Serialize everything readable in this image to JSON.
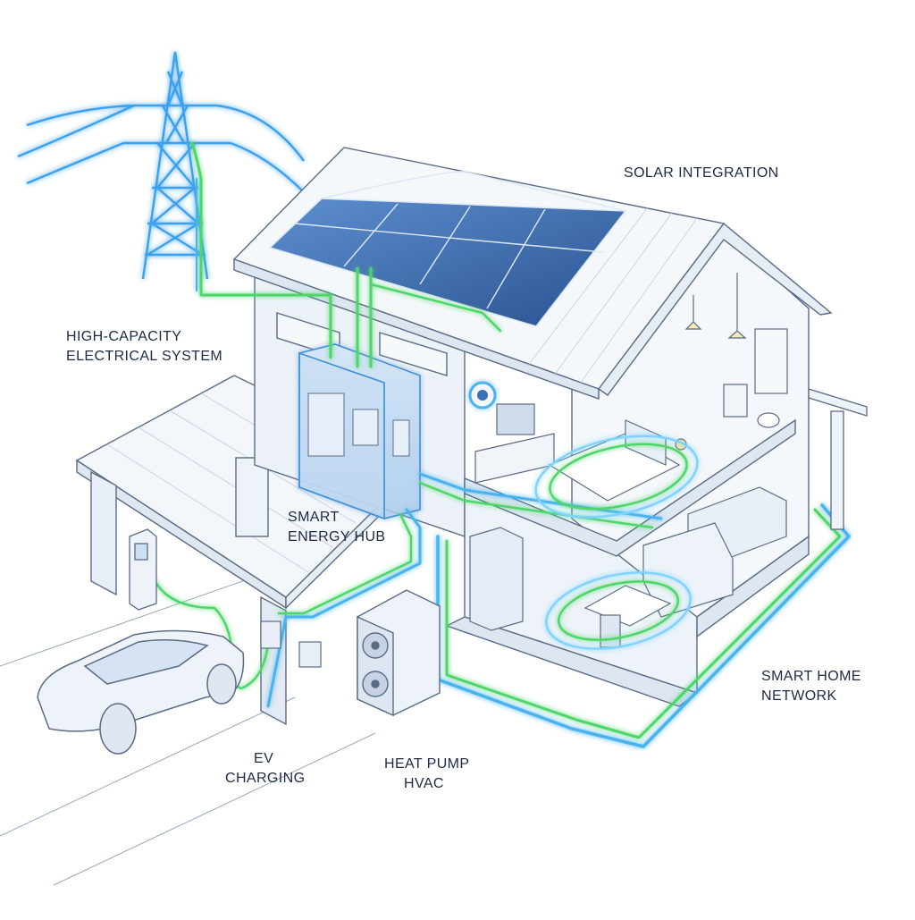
{
  "colors": {
    "line": "#5a6b86",
    "wall": "#eef3f9",
    "wall_shade": "#dde6f1",
    "roof": "#f4f7fb",
    "glass": "#cfe0f3",
    "solar": "#3d6fb3",
    "solar_dark": "#2a5290",
    "wire_green": "#4fd66a",
    "wire_blue": "#4ab3ef",
    "glow": "#7fd3ff",
    "text": "#1d2a44"
  },
  "labels": {
    "solar": [
      "SOLAR INTEGRATION"
    ],
    "grid": [
      "HIGH-CAPACITY",
      "ELECTRICAL SYSTEM"
    ],
    "hub": [
      "SMART",
      "ENERGY HUB"
    ],
    "network": [
      "SMART HOME",
      "NETWORK"
    ],
    "ev": [
      "EV",
      "CHARGING"
    ],
    "hvac": [
      "HEAT PUMP",
      "HVAC"
    ]
  },
  "icons": {
    "pylon": "transmission-tower-icon",
    "solar": "solar-panel-icon",
    "hub": "electrical-panel-icon",
    "ev": "ev-charger-icon",
    "car": "car-icon",
    "hvac": "heat-pump-icon",
    "thermostat": "thermostat-icon"
  }
}
